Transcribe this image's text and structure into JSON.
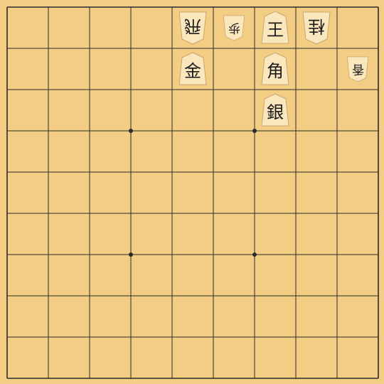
{
  "board": {
    "files": 9,
    "ranks": 9,
    "colors": {
      "board": "#f3cd84",
      "line": "#2b2b2b",
      "piece_face": "#fbe7bd",
      "piece_edge": "#c9a66d",
      "glyph": "#1c1c1c"
    },
    "star_points": [
      [
        3,
        3
      ],
      [
        6,
        3
      ],
      [
        3,
        6
      ],
      [
        6,
        6
      ]
    ]
  },
  "pieces": [
    {
      "name": "rook",
      "label": "飛",
      "file": 5,
      "rank": 1,
      "owner": "gote"
    },
    {
      "name": "pawn",
      "label": "歩",
      "file": 6,
      "rank": 1,
      "owner": "gote",
      "size": "small"
    },
    {
      "name": "king",
      "label": "王",
      "file": 7,
      "rank": 1,
      "owner": "sente"
    },
    {
      "name": "knight",
      "label": "桂",
      "file": 8,
      "rank": 1,
      "owner": "gote"
    },
    {
      "name": "gold",
      "label": "金",
      "file": 5,
      "rank": 2,
      "owner": "sente"
    },
    {
      "name": "bishop",
      "label": "角",
      "file": 7,
      "rank": 2,
      "owner": "sente"
    },
    {
      "name": "lance",
      "label": "香",
      "file": 9,
      "rank": 2,
      "owner": "gote",
      "size": "small"
    },
    {
      "name": "silver",
      "label": "銀",
      "file": 7,
      "rank": 3,
      "owner": "sente"
    }
  ]
}
